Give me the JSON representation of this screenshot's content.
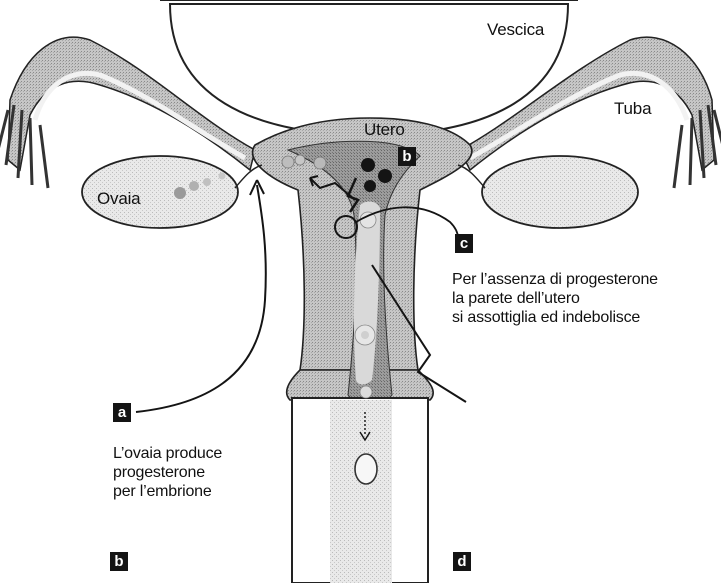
{
  "labels": {
    "vescica": "Vescica",
    "tuba": "Tuba",
    "utero": "Utero",
    "ovaia": "Ovaia"
  },
  "badges": {
    "a": "a",
    "b_top": "b",
    "c": "c",
    "b_bottom": "b",
    "d": "d"
  },
  "annotation_a": {
    "lines": [
      "L’ovaia produce",
      "progesterone",
      "per l’embrione"
    ]
  },
  "annotation_c": {
    "lines": [
      "Per l’assenza di progesterone",
      "la parete dell’utero",
      "si assottiglia ed indebolisce"
    ]
  },
  "colors": {
    "tissue": "#b9b9b9",
    "tissue_dark": "#8e8e8e",
    "uterine_lining": "#9a9a9a",
    "lumen": "#ececec",
    "ink": "#141414",
    "paper": "#ffffff"
  }
}
